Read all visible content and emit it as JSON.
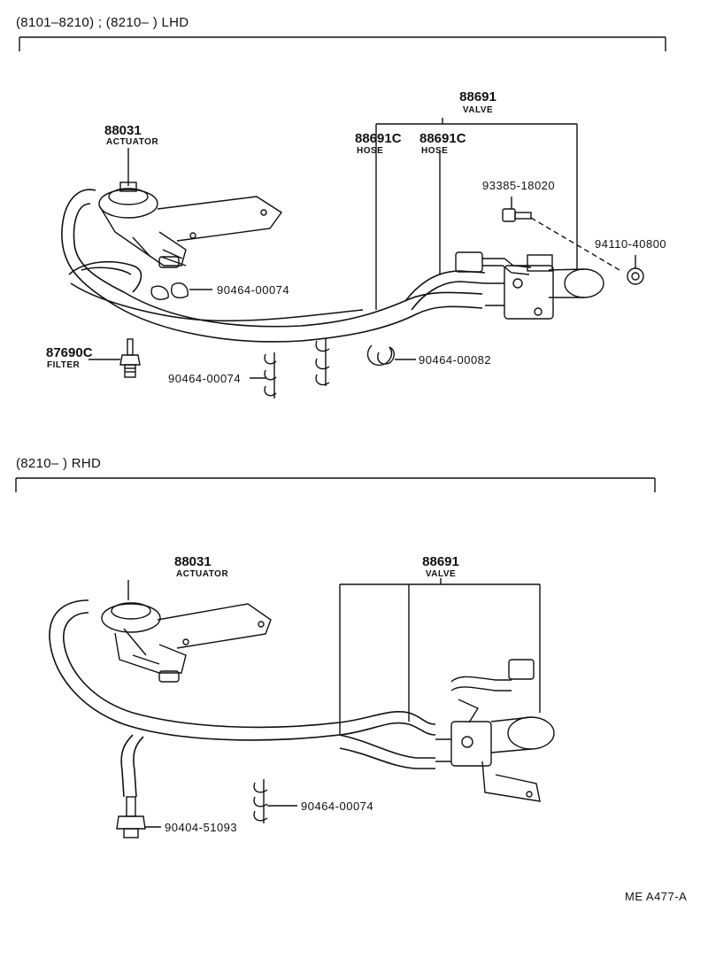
{
  "lhd_section": {
    "header": "(8101–8210) ; (8210–      ) LHD",
    "valve": {
      "number": "88691",
      "name": "VALVE"
    },
    "actuator": {
      "number": "88031",
      "name": "ACTUATOR"
    },
    "hose_a": {
      "number": "88691C",
      "name": "HOSE"
    },
    "hose_b": {
      "number": "88691C",
      "name": "HOSE"
    },
    "bolt": {
      "number": "93385-18020"
    },
    "nut": {
      "number": "94110-40800"
    },
    "clamp_upper": {
      "number": "90464-00074"
    },
    "clamp_lower": {
      "number": "90464-00074"
    },
    "clamp_big": {
      "number": "90464-00082"
    },
    "filter": {
      "number": "87690C",
      "name": "FILTER"
    }
  },
  "rhd_section": {
    "header": "(8210–      ) RHD",
    "actuator": {
      "number": "88031",
      "name": "ACTUATOR"
    },
    "valve": {
      "number": "88691",
      "name": "VALVE"
    },
    "clamp": {
      "number": "90464-00074"
    },
    "fitting": {
      "number": "90404-51093"
    }
  },
  "figure_code": "ME  A477-A"
}
